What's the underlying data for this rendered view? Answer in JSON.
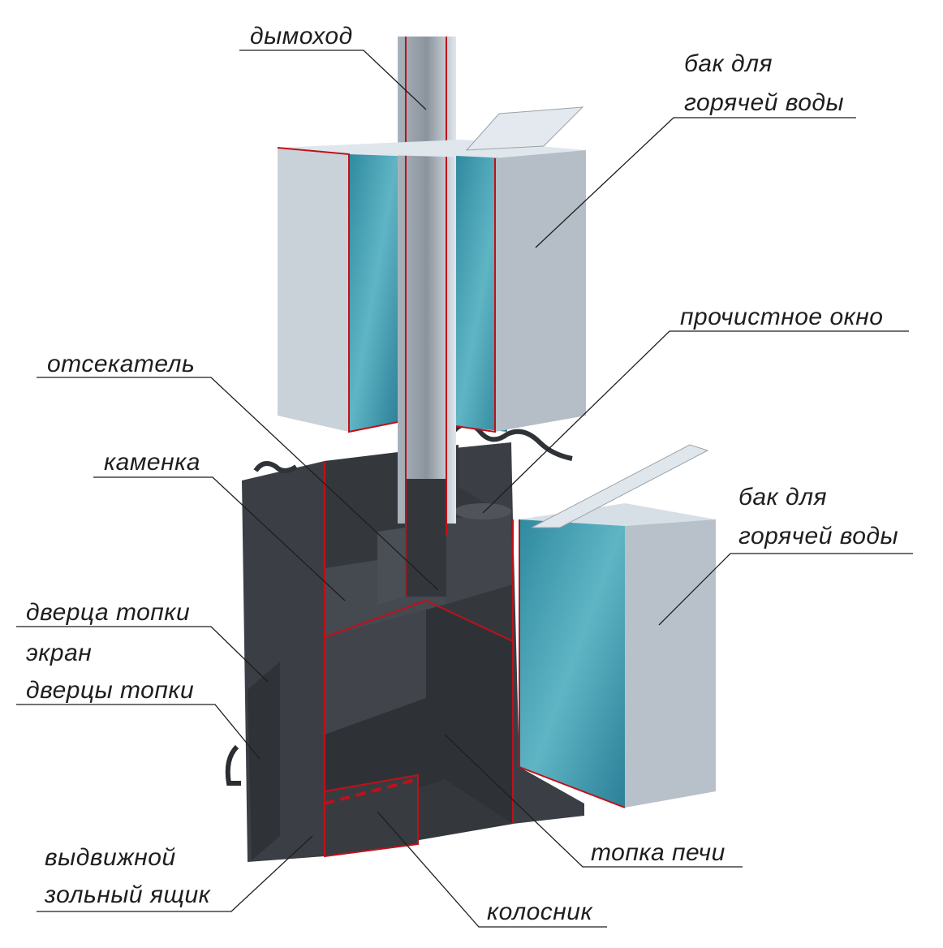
{
  "labels": {
    "chimney": "дымоход",
    "tank_top_1": "бак для",
    "tank_top_2": "горячей воды",
    "cleaning_window": "прочистное окно",
    "cutoff": "отсекатель",
    "heater_stones": "каменка",
    "tank_side_1": "бак для",
    "tank_side_2": "горячей воды",
    "firebox_door": "дверца топки",
    "door_screen_1": "экран",
    "door_screen_2": "дверцы топки",
    "ash_drawer_1": "выдвижной",
    "ash_drawer_2": "зольный ящик",
    "grate": "колосник",
    "firebox": "топка печи"
  },
  "colors": {
    "steel": "#3b3f45",
    "tank": "#c3cbd3",
    "water": "#3f9bb0",
    "cut": "#c0101a"
  }
}
